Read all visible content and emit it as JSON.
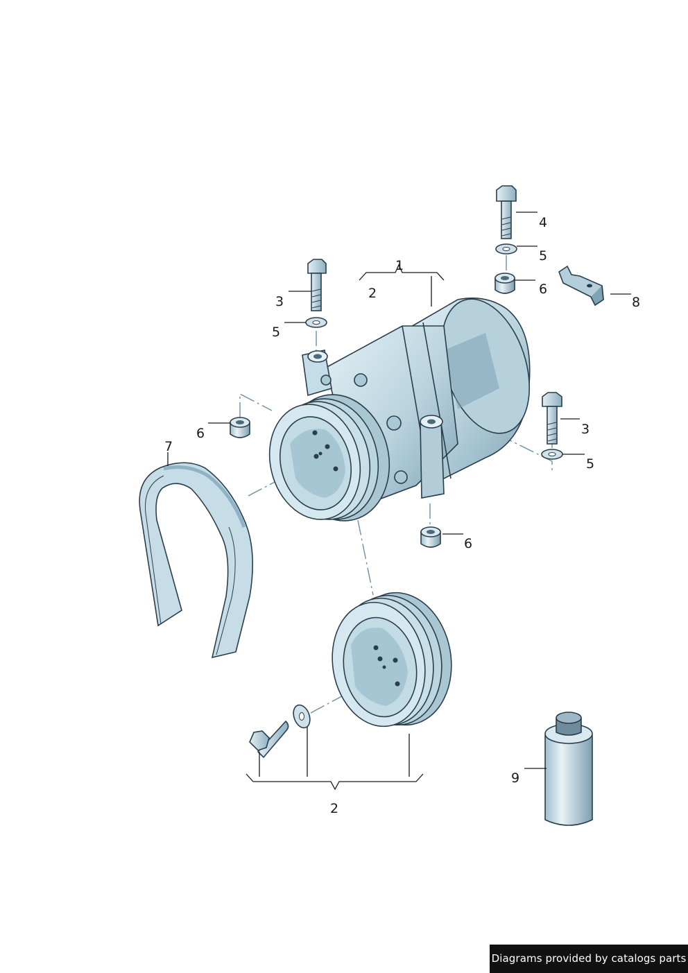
{
  "callouts": {
    "c1": "1",
    "c2_top": "2",
    "c3_left": "3",
    "c5_left": "5",
    "c4": "4",
    "c5_top": "5",
    "c6_top": "6",
    "c8": "8",
    "c6_left": "6",
    "c7": "7",
    "c3_right": "3",
    "c5_right": "5",
    "c6_bottom": "6",
    "c9": "9",
    "c2_bottom": "2"
  },
  "credit": "Diagrams provided by catalogs parts",
  "colors": {
    "part_fill": "#c5dde7",
    "part_shade": "#8fb3c4",
    "part_light": "#e4f0f5",
    "outline": "#2a3d4a",
    "axis": "#6b8fa8"
  }
}
